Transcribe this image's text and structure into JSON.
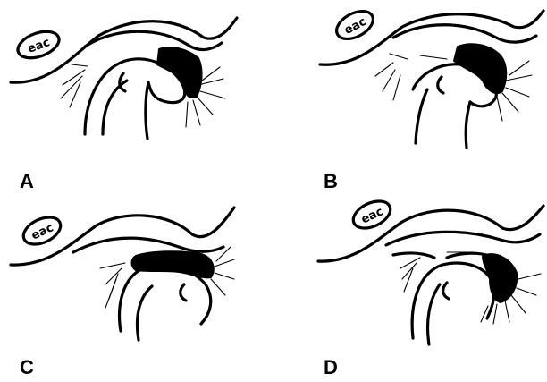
{
  "panels": [
    {
      "id": "A",
      "letter": "A",
      "ear_label": "eac"
    },
    {
      "id": "B",
      "letter": "B",
      "ear_label": "eac"
    },
    {
      "id": "C",
      "letter": "C",
      "ear_label": "eac"
    },
    {
      "id": "D",
      "letter": "D",
      "ear_label": "eac"
    }
  ]
}
